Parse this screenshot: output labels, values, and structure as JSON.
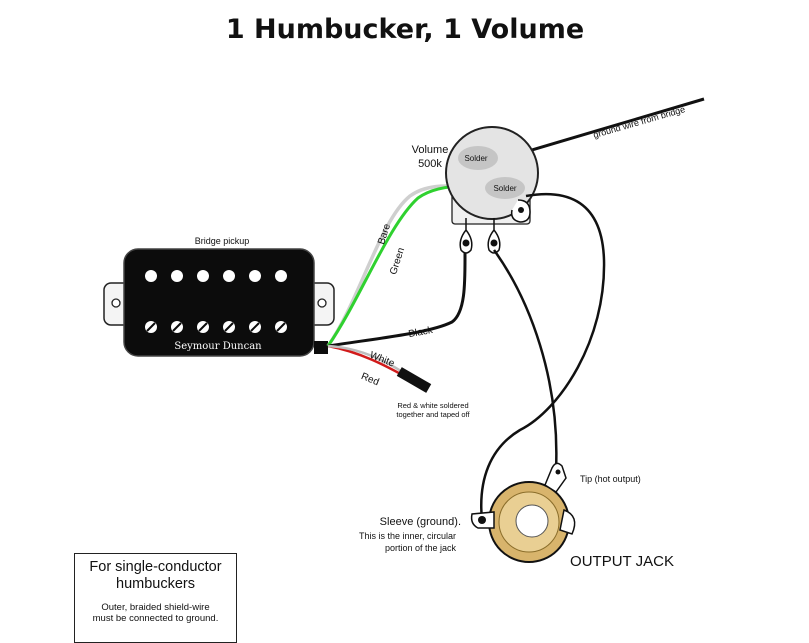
{
  "title": "1 Humbucker, 1 Volume",
  "pickup": {
    "label": "Bridge pickup",
    "brand": "Seymour Duncan"
  },
  "pot": {
    "name": "Volume",
    "value": "500k",
    "solder_top": "Solder",
    "solder_lug": "Solder"
  },
  "wires": {
    "ground_from_bridge": "ground wire from bridge",
    "bare": "Bare",
    "green": "Green",
    "black": "Black",
    "white": "White",
    "red": "Red"
  },
  "notes": {
    "red_white_line1": "Red & white soldered",
    "red_white_line2": "together and taped off",
    "tip": "Tip (hot output)",
    "sleeve_line1": "Sleeve (ground).",
    "sleeve_line2": "This is the inner, circular",
    "sleeve_line3": "portion of the jack"
  },
  "jack": {
    "label": "OUTPUT JACK"
  },
  "single_conductor_box": {
    "heading_line1": "For single-conductor",
    "heading_line2": "humbuckers",
    "body_line1": "Outer, braided shield-wire",
    "body_line2": "must be connected to ground."
  },
  "colors": {
    "green_wire": "#2fd12f",
    "red_wire": "#d11a1a",
    "jack_ring": "#d8b46c",
    "pot_body": "#e4e4e4"
  }
}
